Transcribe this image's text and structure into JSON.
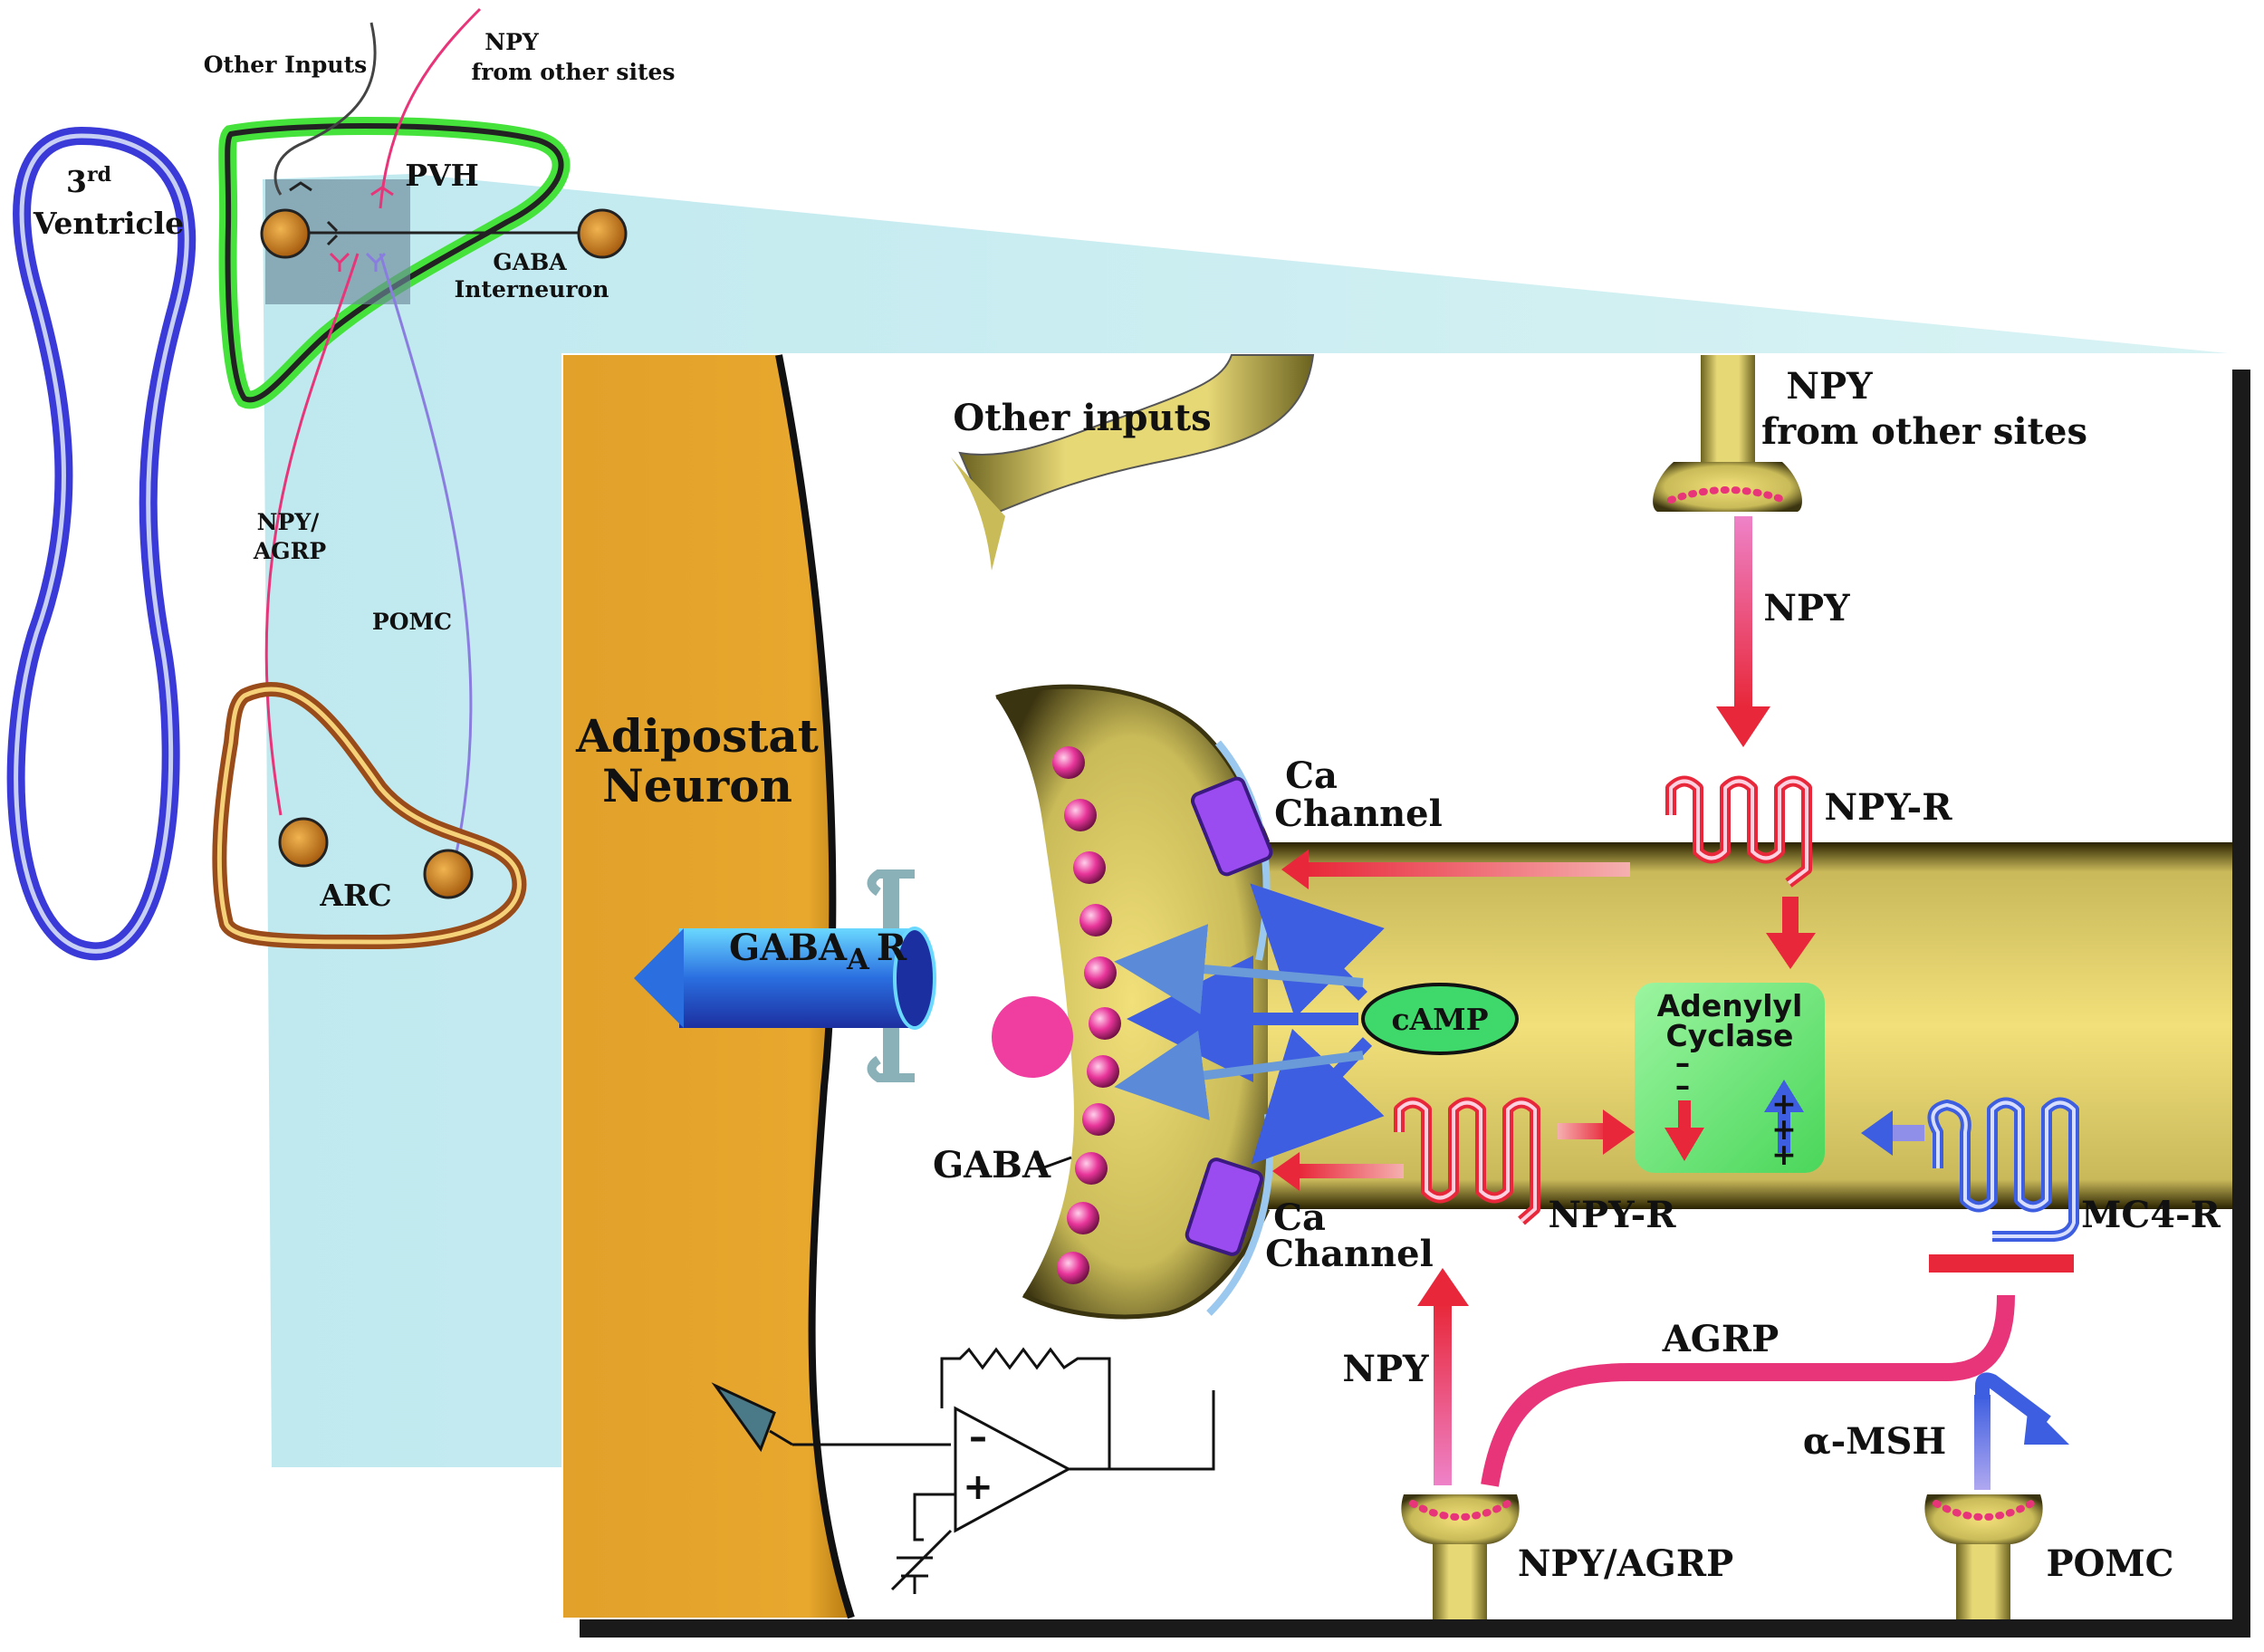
{
  "overview": {
    "other_inputs": "Other Inputs",
    "npy_line1": "NPY",
    "npy_line2": "from other sites",
    "ventricle_num": "3",
    "ventricle_sup": "rd",
    "ventricle_word": "Ventricle",
    "pvh": "PVH",
    "gaba": "GABA",
    "interneuron": "Interneuron",
    "npy_agrp_line1": "NPY/",
    "npy_agrp_line2": "AGRP",
    "pomc": "POMC",
    "arc": "ARC"
  },
  "detail": {
    "other_inputs": "Other inputs",
    "npy_top_line1": "NPY",
    "npy_top_line2": "from other sites",
    "npy_arrow": "NPY",
    "adipostat_line1": "Adipostat",
    "adipostat_line2": "Neuron",
    "gabaar_main": "GABA",
    "gabaar_sub": "A",
    "gabaar_r": "R",
    "ca_top_line1": "Ca",
    "ca_top_line2": "Channel",
    "npyr_top": "NPY-R",
    "camp": "cAMP",
    "adenylyl_line1": "Adenylyl",
    "adenylyl_line2": "Cyclase",
    "minus_sign": "–",
    "plus_sign": "+",
    "gaba_label": "GABA",
    "ca_bottom_line1": "Ca",
    "ca_bottom_line2": "Channel",
    "npyr_bottom": "NPY-R",
    "mc4r": "MC4-R",
    "agrp": "AGRP",
    "npy_left": "NPY",
    "alpha_msh": "α-MSH",
    "npy_agrp_terminal": "NPY/AGRP",
    "pomc_terminal": "POMC",
    "amp_minus": "–",
    "amp_plus": "+"
  },
  "colors": {
    "neuron_body": "#e9a528",
    "axon_fill": "#f2e07a",
    "inhibit_red": "#e8283a",
    "stimulate_blue": "#3d5ee0",
    "npy_pink": "#e8357a",
    "cyclase_green": "#6fe87a",
    "projection_cyan": "#c9eef0"
  }
}
